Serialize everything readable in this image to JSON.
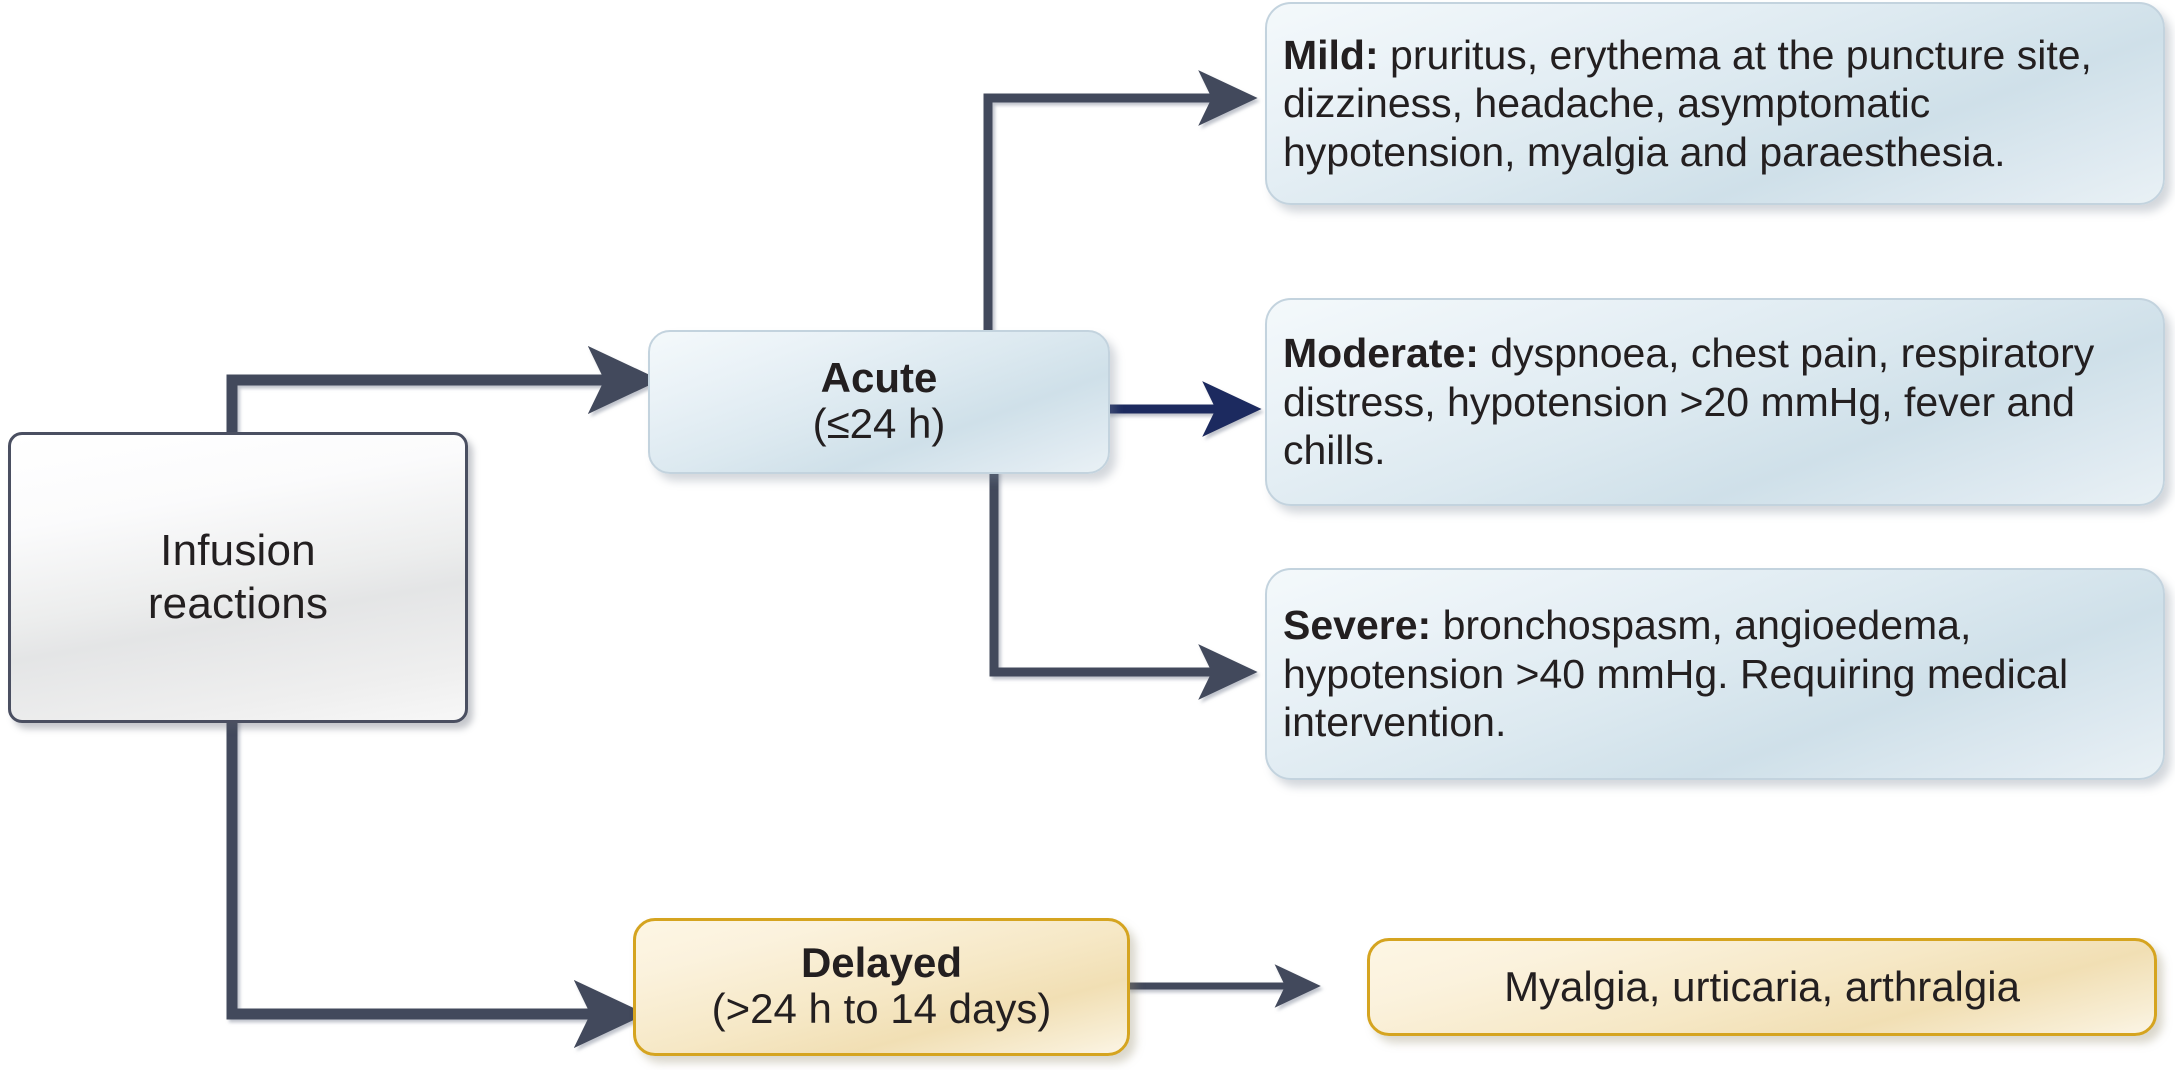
{
  "diagram": {
    "title": "Infusion reactions classification flow chart",
    "colors": {
      "connector_dark": "#434a5c",
      "connector_navy": "#1f2a5e",
      "box_blue_border": "#c3d3de",
      "box_orange_border": "#d5a420",
      "box_grey_border": "#4a4f61",
      "text": "#231f20"
    },
    "nodes": {
      "root": {
        "line1": "Infusion",
        "line2": "reactions"
      },
      "acute": {
        "title": "Acute",
        "subtitle": "(≤24 h)"
      },
      "delayed": {
        "title": "Delayed",
        "subtitle": "(>24 h to 14 days)"
      },
      "mild": {
        "label": "Mild:",
        "text": " pruritus, erythema at the puncture site, dizziness, headache,  asymptomatic hypotension, myalgia and paraesthesia."
      },
      "moderate": {
        "label": "Moderate:",
        "text": " dyspnoea, chest pain, respiratory distress, hypotension >20 mmHg, fever and chills."
      },
      "severe": {
        "label": "Severe:",
        "text": " bronchospasm, angioedema, hypotension >40 mmHg. Requiring medical intervention."
      },
      "delayed_symptoms": {
        "text": "Myalgia, urticaria, arthralgia"
      }
    },
    "edges": [
      {
        "name": "root-to-acute",
        "from": "root",
        "to": "acute"
      },
      {
        "name": "root-to-delayed",
        "from": "root",
        "to": "delayed"
      },
      {
        "name": "acute-to-mild",
        "from": "acute",
        "to": "mild"
      },
      {
        "name": "acute-to-moderate",
        "from": "acute",
        "to": "moderate"
      },
      {
        "name": "acute-to-severe",
        "from": "acute",
        "to": "severe"
      },
      {
        "name": "delayed-to-symptoms",
        "from": "delayed",
        "to": "delayed_symptoms"
      }
    ]
  }
}
